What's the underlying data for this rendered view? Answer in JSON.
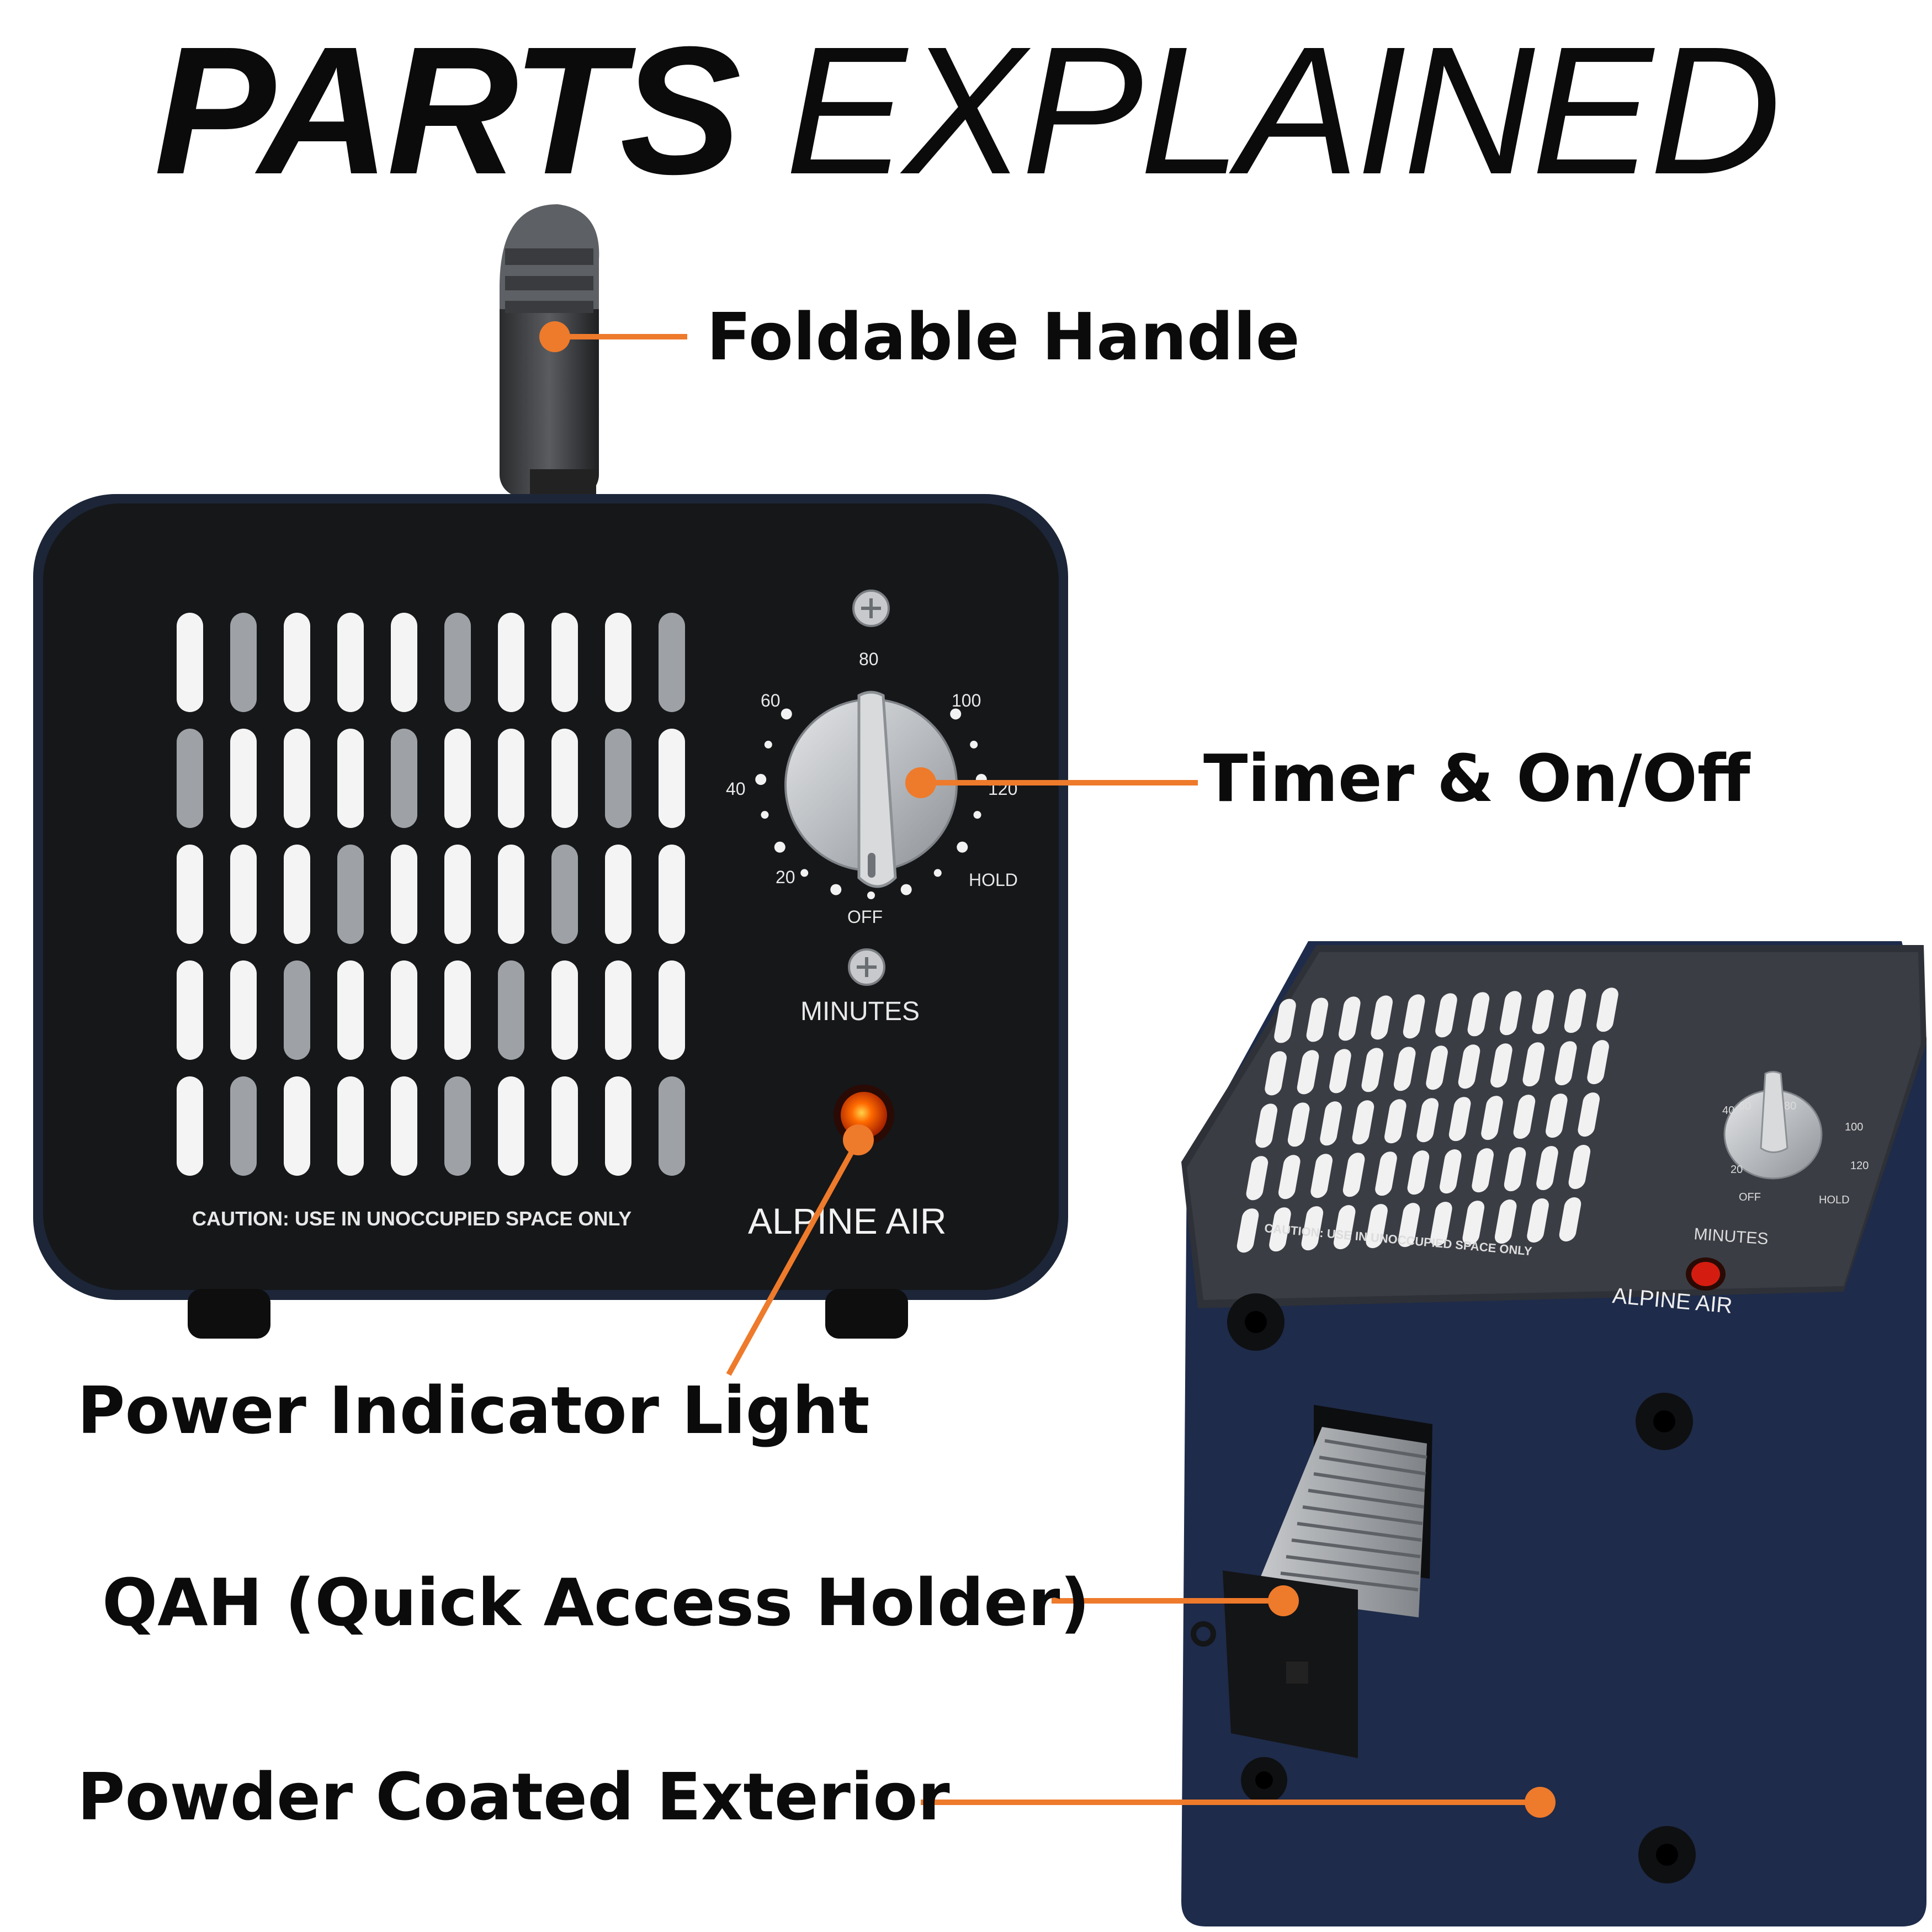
{
  "title": {
    "word1": "PARTS",
    "word2": "EXPLAINED"
  },
  "labels": {
    "handle": "Foldable Handle",
    "timer": "Timer & On/Off",
    "power": "Power Indicator Light",
    "qah": "QAH (Quick Access Holder)",
    "exterior": "Powder Coated Exterior"
  },
  "device_front": {
    "dial_numbers": [
      "20",
      "40",
      "60",
      "80",
      "100",
      "120",
      "HOLD",
      "OFF"
    ],
    "minutes": "MINUTES",
    "caution": "CAUTION:   USE IN UNOCCUPIED SPACE ONLY",
    "brand": "ALPINE AIR"
  },
  "device_back": {
    "dial_numbers": [
      "20",
      "40",
      "60",
      "80",
      "100",
      "120",
      "HOLD",
      "OFF"
    ],
    "minutes": "MINUTES",
    "caution": "CAUTION:   USE IN UNOCCUPIED SPACE ONLY",
    "brand": "ALPINE AIR"
  },
  "colors": {
    "callout": "#ee7a2b",
    "text": "#0b0b0b",
    "body_black": "#161719",
    "body_navy": "#1e2b4a",
    "knob": "#bfc2c6",
    "led": "#ff3a00"
  }
}
